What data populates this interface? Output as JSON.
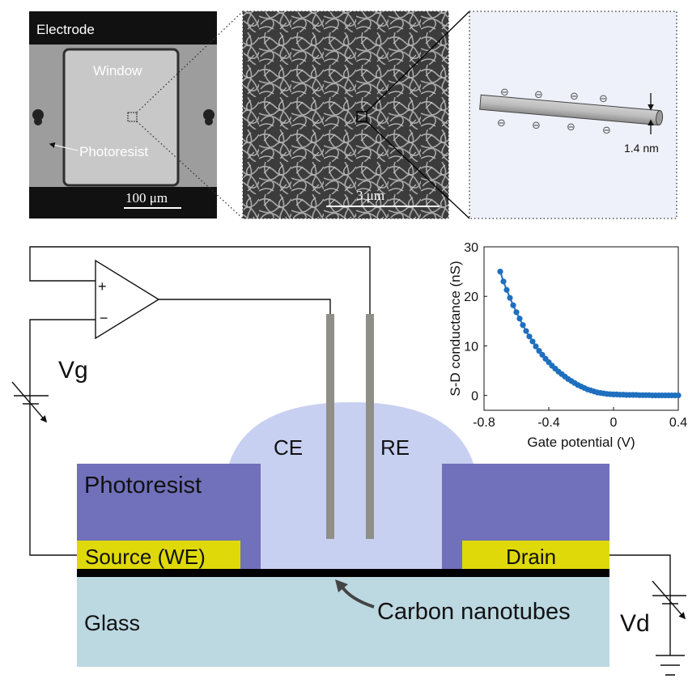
{
  "micrograph": {
    "electrode_label": "Electrode",
    "window_label": "Window",
    "photoresist_label": "Photoresist",
    "scale_bar": "100 μm"
  },
  "sem": {
    "scale_bar": "3 μm"
  },
  "nanotube": {
    "diameter_label": "1.4 nm",
    "charge_symbol": "⊖"
  },
  "device": {
    "vg_label": "Vg",
    "vd_label": "Vd",
    "plus_label": "+",
    "minus_label": "−",
    "ce_label": "CE",
    "re_label": "RE",
    "photoresist_label": "Photoresist",
    "source_label": "Source (WE)",
    "drain_label": "Drain",
    "glass_label": "Glass",
    "cnt_label": "Carbon nanotubes",
    "colors": {
      "photoresist": "#7070bb",
      "electrolyte": "#c8d0f1",
      "glass": "#bcd8e1",
      "metal": "#e0d90a",
      "electrode_rod": "#8f8f88"
    }
  },
  "chart_data": {
    "type": "scatter",
    "xlabel": "Gate potential (V)",
    "ylabel": "S-D conductance (nS)",
    "xlim": [
      -0.8,
      0.4
    ],
    "ylim": [
      -3,
      30
    ],
    "xticks": [
      "-0.8",
      "-0.4",
      "0",
      "0.4"
    ],
    "yticks": [
      "0",
      "10",
      "20",
      "30"
    ],
    "color": "#1f6fbf",
    "x": [
      -0.7,
      -0.68,
      -0.66,
      -0.64,
      -0.62,
      -0.6,
      -0.58,
      -0.56,
      -0.54,
      -0.52,
      -0.5,
      -0.48,
      -0.46,
      -0.44,
      -0.42,
      -0.4,
      -0.38,
      -0.36,
      -0.34,
      -0.32,
      -0.3,
      -0.28,
      -0.26,
      -0.24,
      -0.22,
      -0.2,
      -0.18,
      -0.16,
      -0.14,
      -0.12,
      -0.1,
      -0.08,
      -0.06,
      -0.04,
      -0.02,
      0.0,
      0.02,
      0.04,
      0.06,
      0.08,
      0.1,
      0.12,
      0.14,
      0.16,
      0.18,
      0.2,
      0.22,
      0.24,
      0.26,
      0.28,
      0.3,
      0.32,
      0.34,
      0.36,
      0.38,
      0.4
    ],
    "y": [
      25.0,
      23.0,
      21.3,
      19.7,
      18.2,
      16.8,
      15.5,
      14.2,
      13.0,
      11.9,
      10.9,
      9.9,
      9.0,
      8.2,
      7.4,
      6.7,
      6.0,
      5.4,
      4.8,
      4.3,
      3.8,
      3.3,
      2.9,
      2.5,
      2.1,
      1.8,
      1.5,
      1.2,
      1.0,
      0.8,
      0.6,
      0.5,
      0.4,
      0.3,
      0.25,
      0.2,
      0.2,
      0.15,
      0.15,
      0.1,
      0.1,
      0.1,
      0.1,
      0.05,
      0.05,
      0.05,
      0.05,
      0.0,
      0.0,
      0.0,
      0.0,
      0.0,
      0.0,
      0.0,
      0.0,
      0.0
    ]
  }
}
